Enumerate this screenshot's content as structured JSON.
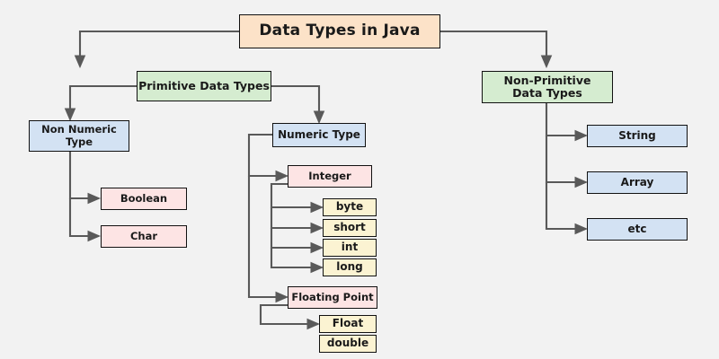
{
  "diagram": {
    "title": "Data Types in Java",
    "background_color": "#f2f2f2",
    "line_color": "#595959",
    "border_color": "#111111",
    "colors": {
      "title_fill": "#fce2c8",
      "green_fill": "#d5ecd0",
      "blue_fill": "#d3e2f3",
      "pink_fill": "#fde4e4",
      "yellow_fill": "#fbf3d2"
    },
    "nodes": {
      "root": "Data Types in Java",
      "primitive": "Primitive Data Types",
      "non_primitive": "Non-Primitive\nData Types",
      "non_numeric": "Non Numeric\nType",
      "numeric": "Numeric Type",
      "boolean": "Boolean",
      "char": "Char",
      "integer": "Integer",
      "byte": "byte",
      "short": "short",
      "int": "int",
      "long": "long",
      "floating_point": "Floating Point",
      "float": "Float",
      "double": "double",
      "string": "String",
      "array": "Array",
      "etc": "etc"
    }
  }
}
